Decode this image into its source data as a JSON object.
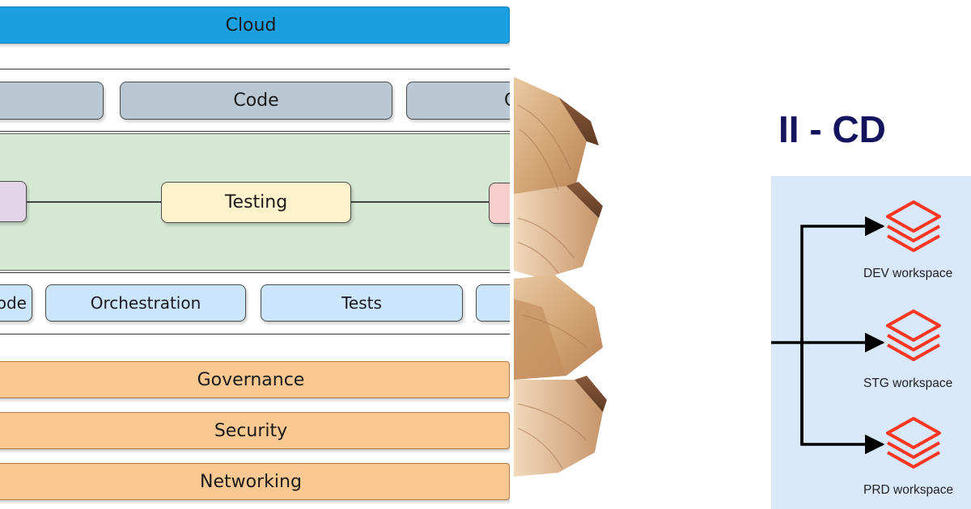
{
  "architecture_diagram": {
    "cloud_label": "Cloud",
    "code_row": [
      "Code"
    ],
    "pipeline_stage": "Testing",
    "tools_row": [
      "ode",
      "Orchestration",
      "Tests"
    ],
    "foundation_layers": [
      "Governance",
      "Security",
      "Networking"
    ]
  },
  "cd_diagram": {
    "title": "II - CD",
    "workspaces": [
      "DEV workspace",
      "STG workspace",
      "PRD workspace"
    ],
    "colors": {
      "title": "#13135e",
      "panel_bg": "#dae8fc",
      "logo": "#ff3621",
      "arrow": "#000000"
    },
    "workspace_icon": "databricks-logo-icon"
  },
  "colors": {
    "cloud": "#1aa0e0",
    "code": "#b9c8d3",
    "pipeline_bg": "#d5e8d4",
    "testing": "#fff2cc",
    "tools": "#cce5ff",
    "foundation": "#fac890"
  }
}
